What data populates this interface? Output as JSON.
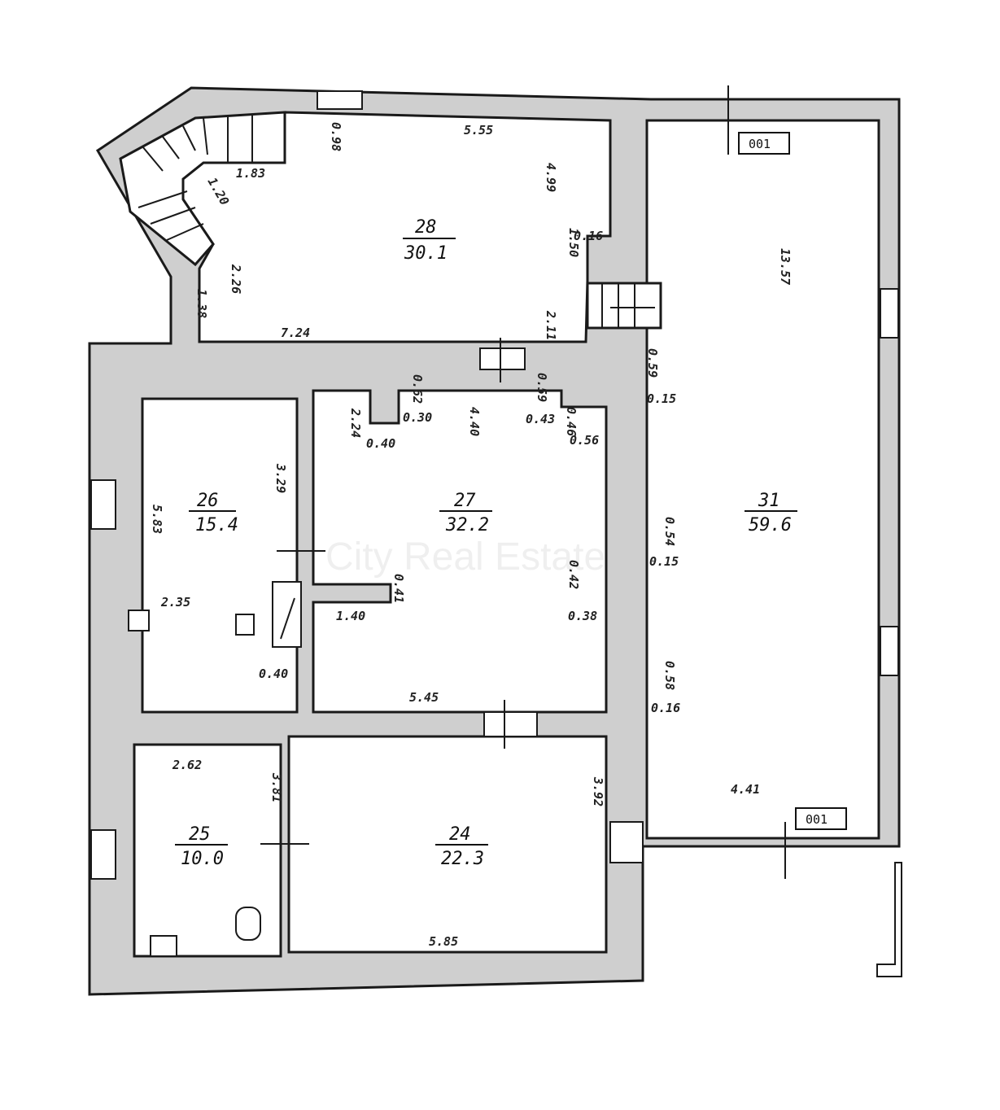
{
  "rooms": {
    "r28": {
      "number": "28",
      "area": "30.1"
    },
    "r26": {
      "number": "26",
      "area": "15.4"
    },
    "r27": {
      "number": "27",
      "area": "32.2"
    },
    "r31": {
      "number": "31",
      "area": "59.6"
    },
    "r25": {
      "number": "25",
      "area": "10.0"
    },
    "r24": {
      "number": "24",
      "area": "22.3"
    }
  },
  "dimensions": [
    "5.55",
    "4.99",
    "0.98",
    "1.83",
    "1.20",
    "2.26",
    "1.38",
    "7.24",
    "1.50",
    "0.16",
    "2.11",
    "0.59",
    "0.15",
    "0.62",
    "0.30",
    "2.24",
    "0.40",
    "4.40",
    "0.59",
    "0.43",
    "0.46",
    "0.56",
    "3.29",
    "5.83",
    "2.35",
    "0.40",
    "1.40",
    "0.41",
    "0.42",
    "0.38",
    "0.54",
    "0.15",
    "0.58",
    "0.16",
    "5.45",
    "2.62",
    "3.81",
    "3.92",
    "5.85",
    "4.41",
    "13.57"
  ],
  "tags": [
    "001",
    "001"
  ],
  "watermark": "City Real Estate",
  "colors": {
    "wall": "#c9c9c9",
    "line": "#1a1a1a"
  }
}
